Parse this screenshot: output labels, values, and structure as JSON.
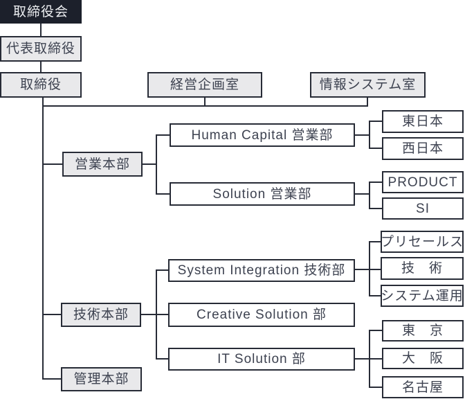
{
  "diagram_type": "organization-chart",
  "nodes": {
    "board": "取締役会",
    "representative_director": "代表取締役",
    "director": "取締役",
    "corporate_planning_office": "経営企画室",
    "information_systems_office": "情報システム室",
    "sales_division": "営業本部",
    "human_capital_sales_dept": "Human Capital 営業部",
    "east_japan": "東日本",
    "west_japan": "西日本",
    "solution_sales_dept": "Solution 営業部",
    "product_group": "PRODUCT",
    "si_group": "SI",
    "technology_division": "技術本部",
    "system_integration_dept": "System Integration 技術部",
    "presales_group": "プリセールス",
    "engineering_group": "技　術",
    "system_operation_group": "システム運用",
    "creative_solution_dept": "Creative Solution 部",
    "it_solution_dept": "IT Solution 部",
    "tokyo_group": "東　京",
    "osaka_group": "大　阪",
    "nagoya_group": "名古屋",
    "administration_division": "管理本部"
  },
  "hierarchy": {
    "取締役会": {
      "代表取締役": {
        "取締役": {
          "経営企画室": {},
          "情報システム室": {},
          "営業本部": {
            "Human Capital 営業部": [
              "東日本",
              "西日本"
            ],
            "Solution 営業部": [
              "PRODUCT",
              "SI"
            ]
          },
          "技術本部": {
            "System Integration 技術部": [
              "プリセールス",
              "技　術",
              "システム運用"
            ],
            "Creative Solution 部": [],
            "IT Solution 部": [
              "東　京",
              "大　阪",
              "名古屋"
            ]
          },
          "管理本部": {}
        }
      }
    }
  },
  "colors": {
    "line": "#272b36",
    "box_border": "#272b36",
    "box_fill_gray": "#e9e9eb",
    "box_fill_white": "#ffffff",
    "root_fill": "#1c202b",
    "root_text": "#eceef1",
    "text": "#3d4250",
    "background": "#ffffff"
  }
}
